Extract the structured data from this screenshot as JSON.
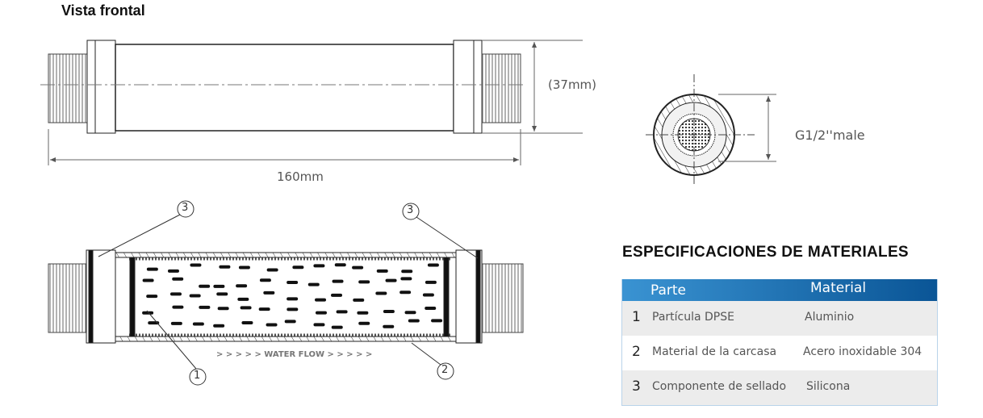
{
  "title": "Vista frontal",
  "dimensions": {
    "diameter": "(37mm)",
    "length": "160mm",
    "thread": "G1/2''male"
  },
  "callouts": [
    "1",
    "2",
    "3"
  ],
  "flow_label": "> > > > > WATER FLOW > > > > >",
  "spec": {
    "title": "ESPECIFICACIONES DE MATERIALES",
    "header": {
      "part": "Parte",
      "material": "Material"
    },
    "rows": [
      {
        "num": "1",
        "part": "Partícula DPSE",
        "material": "Aluminio"
      },
      {
        "num": "2",
        "part": "Material de la carcasa",
        "material": "Acero inoxidable 304"
      },
      {
        "num": "3",
        "part": "Componente de sellado",
        "material": "Silicona"
      }
    ]
  }
}
